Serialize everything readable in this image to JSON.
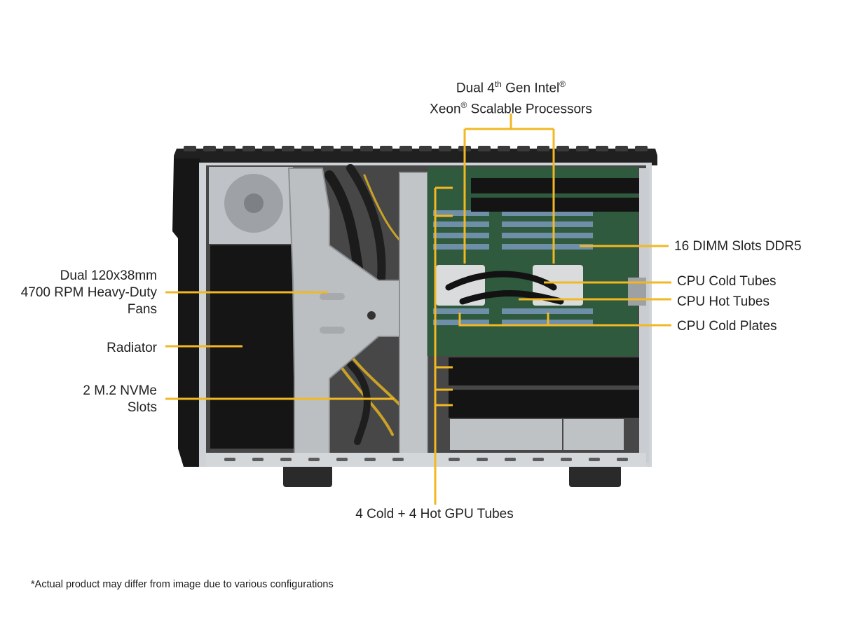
{
  "labels": {
    "processors": {
      "line1_pre": "Dual 4",
      "line1_sup": "th",
      "line1_mid": " Gen Intel",
      "line1_reg": "®",
      "line2_pre": "Xeon",
      "line2_reg": "®",
      "line2_post": " Scalable Processors"
    },
    "fans": [
      "Dual 120x38mm",
      "4700 RPM Heavy-Duty",
      "Fans"
    ],
    "radiator": "Radiator",
    "nvme": [
      "2 M.2 NVMe",
      "Slots"
    ],
    "dimm": "16 DIMM Slots DDR5",
    "cpu_cold_tubes": "CPU Cold Tubes",
    "cpu_hot_tubes": "CPU Hot Tubes",
    "cpu_cold_plates": "CPU Cold Plates",
    "gpu_tubes": "4 Cold + 4 Hot GPU Tubes"
  },
  "footnote": "*Actual product may differ from image due to various configurations",
  "colors": {
    "callout_line": "#f2b824",
    "chassis_dark": "#1c1c1c",
    "chassis_frame": "#c9ccd0",
    "bracket": "#b9bcbf",
    "board": "#2f5a3e",
    "gpu_card": "#141414"
  }
}
